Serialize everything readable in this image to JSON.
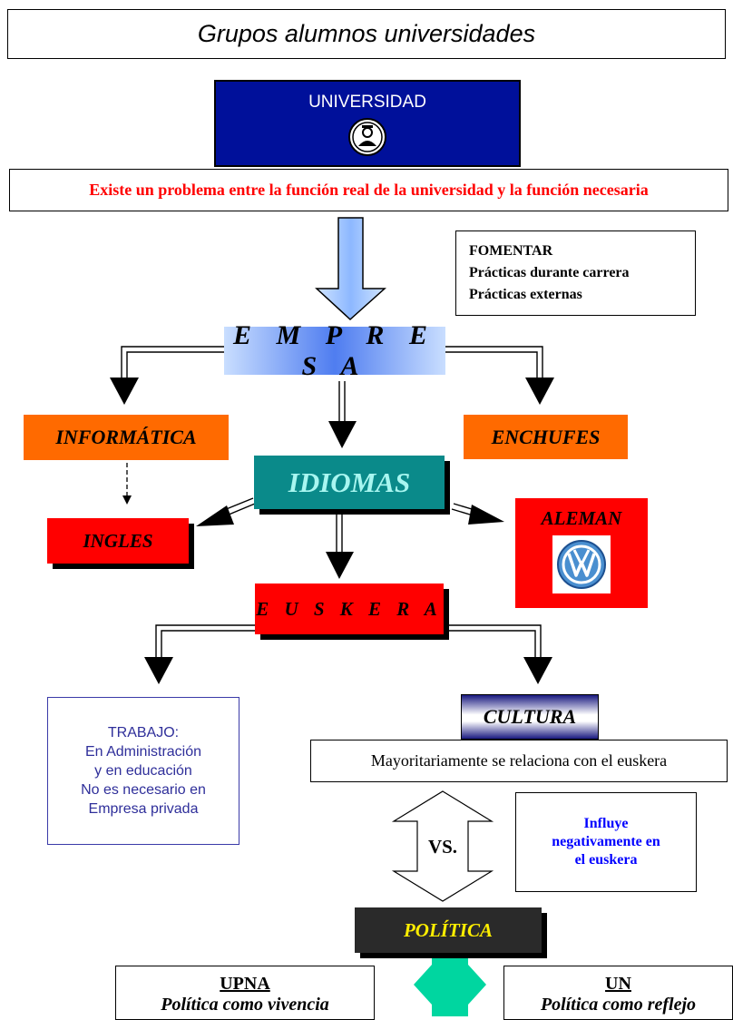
{
  "title": "Grupos alumnos universidades",
  "universidad": {
    "label": "UNIVERSIDAD",
    "logo_icon": "graduate-emblem-icon"
  },
  "problem": "Existe un problema entre la función real de la universidad y la función necesaria",
  "fomentar": {
    "heading": "FOMENTAR",
    "lines": [
      "Prácticas durante carrera",
      "Prácticas externas"
    ]
  },
  "empresa": "E M P R E S A",
  "informatica": "INFORMÁTICA",
  "enchufes": "ENCHUFES",
  "idiomas": "IDIOMAS",
  "ingles": "INGLES",
  "aleman": {
    "label": "ALEMAN",
    "logo_icon": "vw-logo-icon"
  },
  "euskera": "E U S K E R A",
  "trabajo": {
    "lines": [
      "TRABAJO:",
      "En Administración",
      "y en educación",
      "No es necesario en",
      "Empresa privada"
    ]
  },
  "cultura": "CULTURA",
  "mayoritariamente": "Mayoritariamente se relaciona con el euskera",
  "vs": "VS.",
  "influye": {
    "lines": [
      "Influye",
      "negativamente en",
      "el euskera"
    ]
  },
  "politica": "POLÍTICA",
  "upna": {
    "heading": "UPNA",
    "subtitle": "Política como vivencia"
  },
  "un": {
    "heading": "UN",
    "subtitle": "Política como reflejo"
  },
  "colors": {
    "universidad_bg": "#00109a",
    "problem_text": "#ff0000",
    "orange": "#ff6a00",
    "red": "#ff0000",
    "teal": "#0a8a8a",
    "idiomas_text": "#a8f6f0",
    "trabajo_text": "#2f2f9a",
    "influye_text": "#0000ff",
    "politica_text": "#ffee00",
    "green_arrow": "#00d6a0"
  }
}
